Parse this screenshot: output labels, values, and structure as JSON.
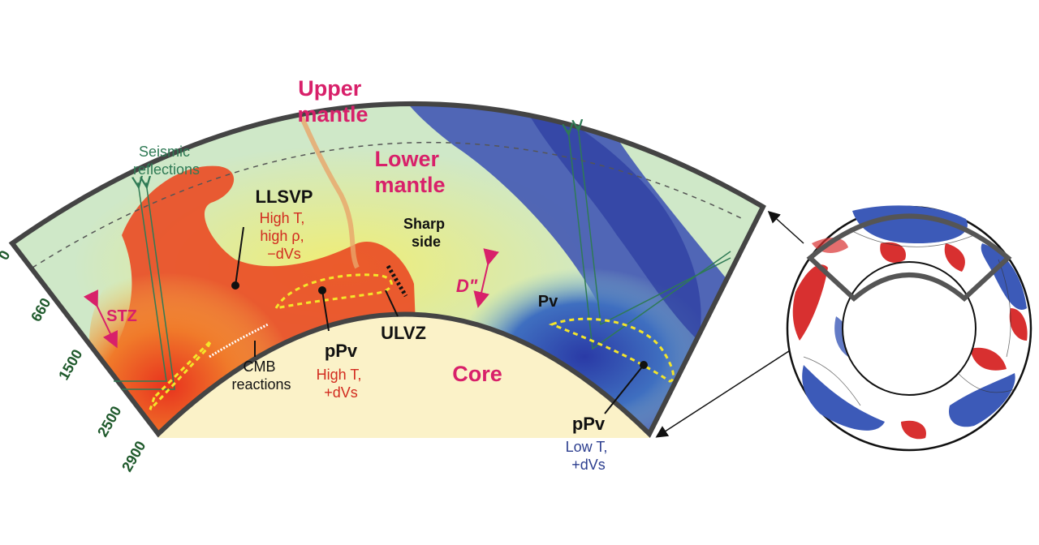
{
  "labels": {
    "upper_mantle": [
      "Upper",
      "mantle"
    ],
    "lower_mantle": [
      "Lower",
      "mantle"
    ],
    "core": "Core",
    "seismic_reflections": [
      "Seismic",
      "reflections"
    ],
    "llsvp": {
      "title": "LLSVP",
      "lines": [
        "High T,",
        "high ρ,",
        "−dVs"
      ]
    },
    "sharp_side": [
      "Sharp",
      "side"
    ],
    "d_double_prime": "D\"",
    "pv": "Pv",
    "stz": "STZ",
    "cmb_reactions": [
      "CMB",
      "reactions"
    ],
    "ppv_hot": {
      "title": "pPv",
      "lines": [
        "High T,",
        "+dVs"
      ]
    },
    "ulvz": "ULVZ",
    "ppv_cold": {
      "title": "pPv",
      "lines": [
        "Low T,",
        "+dVs"
      ]
    }
  },
  "depth_ticks": [
    "0",
    "660",
    "1500",
    "2500",
    "2900"
  ],
  "colors": {
    "hot": "#e8321e",
    "cold": "#2a3aa6",
    "neutral": "#cfe8c8",
    "core": "#fbf2c8",
    "accent_pink": "#d8206a",
    "ray_green": "#2f7a55",
    "highlight_yellow": "#f4e52a"
  },
  "icons": [
    "arrow-icon",
    "double-arrow-icon"
  ]
}
